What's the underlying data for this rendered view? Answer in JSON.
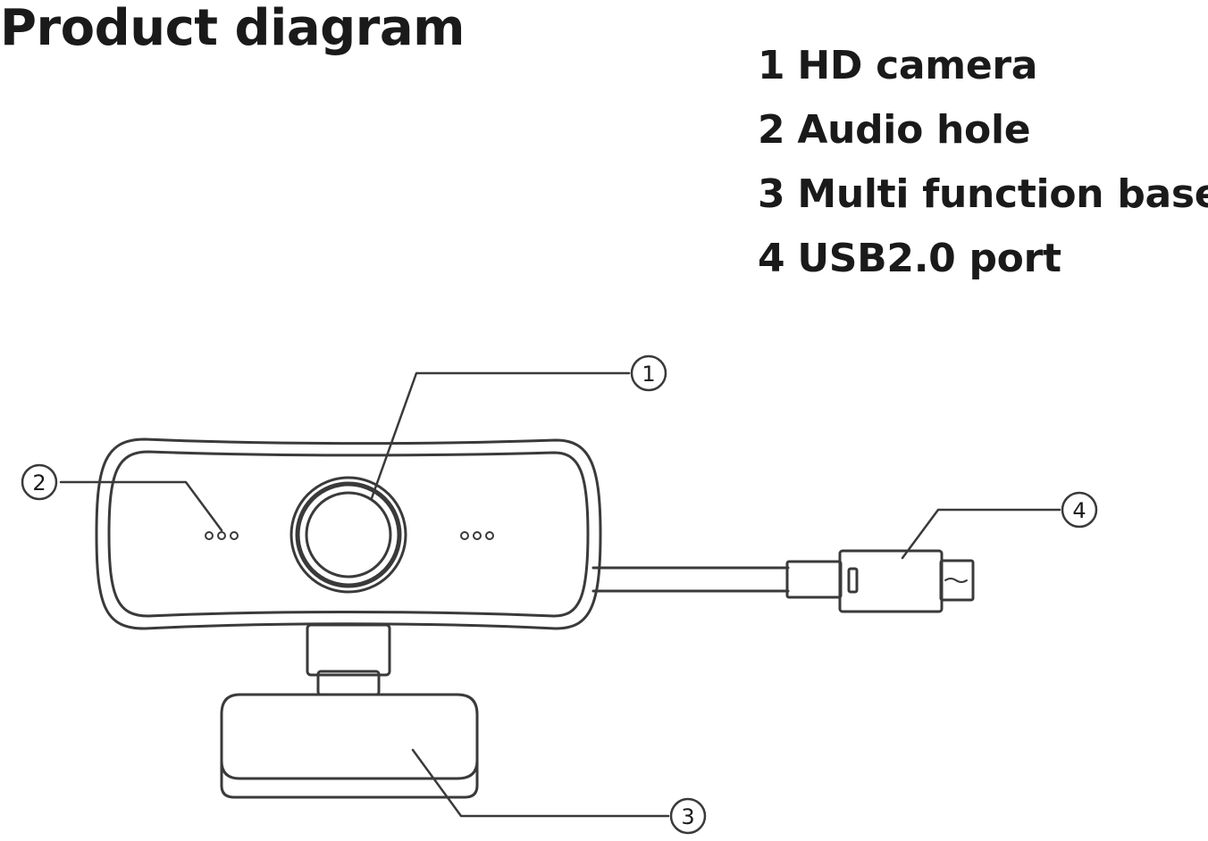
{
  "title": "Product diagram",
  "legend": [
    {
      "number": "1",
      "label": "HD camera"
    },
    {
      "number": "2",
      "label": "Audio hole"
    },
    {
      "number": "3",
      "label": "Multi function base"
    },
    {
      "number": "4",
      "label": "USB2.0 port"
    }
  ],
  "callouts": [
    "1",
    "2",
    "3",
    "4"
  ],
  "colors": {
    "stroke": "#3a3a3a",
    "text": "#1a1a1a",
    "background": "#ffffff"
  }
}
